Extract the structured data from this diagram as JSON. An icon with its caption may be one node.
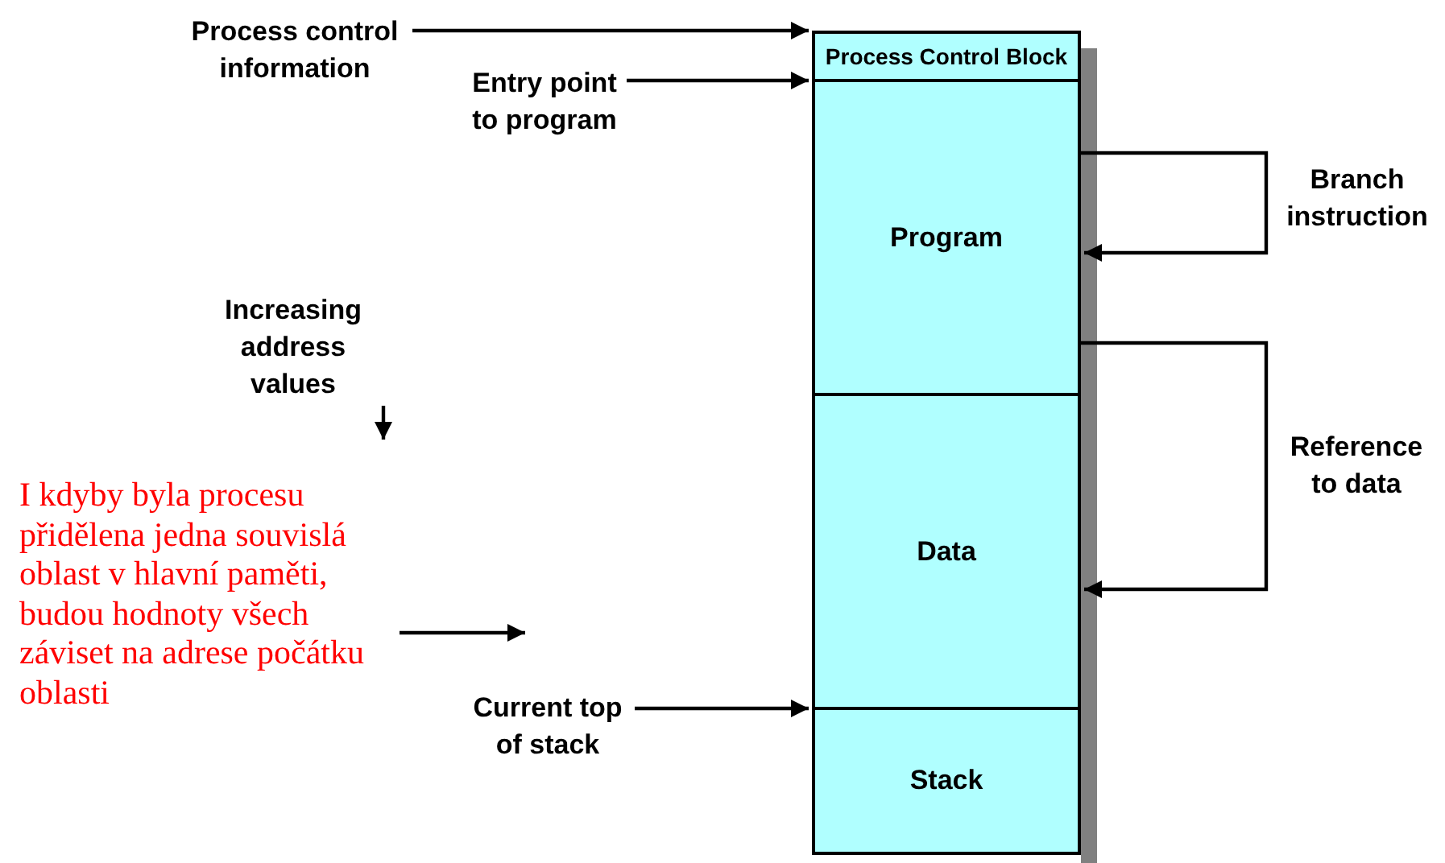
{
  "diagram": {
    "nodes": [
      {
        "text": [
          "Process Control Block"
        ]
      },
      {
        "text": [
          "Program"
        ]
      },
      {
        "text": [
          "Data"
        ]
      },
      {
        "text": [
          "Stack"
        ]
      },
      {
        "text": [
          "Process control information"
        ]
      },
      {
        "text": [
          "Entry point to program"
        ]
      },
      {
        "text": [
          "Current top of stack"
        ]
      },
      {
        "text": [
          "I kdyby byla procesu přidělena jedna souvislá oblast v hlavní paměti, budou hodnoty všech záviset na adrese počátku oblasti"
        ]
      }
    ],
    "edges": [
      {
        "from": 4,
        "to": 0,
        "arrow": "to"
      },
      {
        "from": 5,
        "to": 1,
        "arrow": "to"
      },
      {
        "from": 6,
        "to": 3,
        "arrow": "to"
      },
      {
        "from": 1,
        "to": 1,
        "arrow": "to",
        "label": "Branch instruction"
      },
      {
        "from": 1,
        "to": 2,
        "arrow": "to",
        "label": "Reference to data"
      },
      {
        "from": 7,
        "to": null,
        "arrow": "to"
      }
    ],
    "labels": [
      "Increasing address values"
    ]
  }
}
